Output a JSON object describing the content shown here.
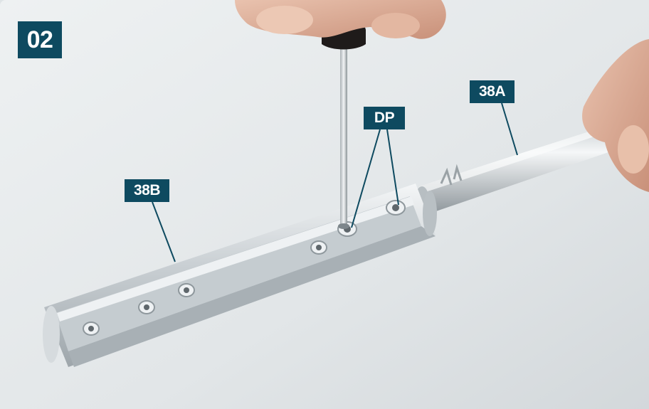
{
  "step": {
    "number": "02"
  },
  "labels": {
    "part_a": "38A",
    "dowel_pins": "DP",
    "part_b": "38B"
  },
  "colors": {
    "label_background": "#0e4a60",
    "label_text": "#ffffff",
    "backdrop": "#dfe4e6"
  }
}
